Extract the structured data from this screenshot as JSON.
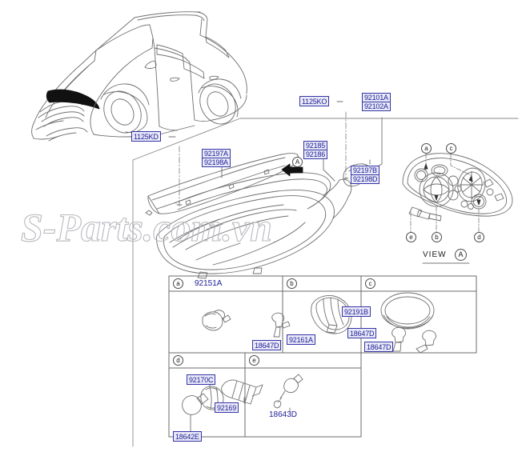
{
  "diagram": {
    "title": "Headlamp assembly parts diagram",
    "watermark": "S-Parts.com.vn",
    "view_label": "VIEW",
    "view_letter": "A",
    "arrow_letter": "A",
    "colors": {
      "label_text": "#20209a",
      "label_fill": "#e9e9f7",
      "label_border": "#3535a8",
      "line": "#6b6b6b",
      "accent_dark": "#1a1a1a"
    }
  },
  "vehicle": {
    "name": "suv-line-drawing",
    "bolt_label": "1125KD"
  },
  "callouts": {
    "bolt_top": "1125KO",
    "bolt_left": "1125KD",
    "lamp_assy": {
      "line1": "92101A",
      "line2": "92102A"
    },
    "garnish": {
      "line1": "92197A",
      "line2": "92198A"
    },
    "molding": {
      "line1": "92185",
      "line2": "92186"
    },
    "bracket": {
      "line1": "92197B",
      "line2": "92198D"
    }
  },
  "view_a": {
    "label": "VIEW",
    "letter": "A",
    "markers": [
      {
        "id": "a",
        "label": "a"
      },
      {
        "id": "c",
        "label": "c"
      },
      {
        "id": "e",
        "label": "e"
      },
      {
        "id": "b",
        "label": "b"
      },
      {
        "id": "d",
        "label": "d"
      }
    ]
  },
  "table": {
    "cells": [
      {
        "key": "a",
        "marker": "a",
        "header_part": "92151A",
        "header_part_boxed": false,
        "labels": []
      },
      {
        "key": "b",
        "marker": "b",
        "header_part": "",
        "labels": [
          {
            "text": "18647D",
            "boxed": true
          },
          {
            "text": "92161A",
            "boxed": true
          }
        ]
      },
      {
        "key": "c",
        "marker": "c",
        "header_part": "",
        "labels": [
          {
            "text": "92191B",
            "boxed": true
          },
          {
            "text": "18647D",
            "boxed": true
          },
          {
            "text": "18647D",
            "boxed": true
          }
        ]
      },
      {
        "key": "d",
        "marker": "d",
        "header_part": "",
        "labels": [
          {
            "text": "92170C",
            "boxed": true
          },
          {
            "text": "92169",
            "boxed": true
          },
          {
            "text": "18642E",
            "boxed": true
          }
        ]
      },
      {
        "key": "e",
        "marker": "e",
        "header_part": "",
        "labels": [
          {
            "text": "18643D",
            "boxed": false
          }
        ]
      }
    ]
  }
}
